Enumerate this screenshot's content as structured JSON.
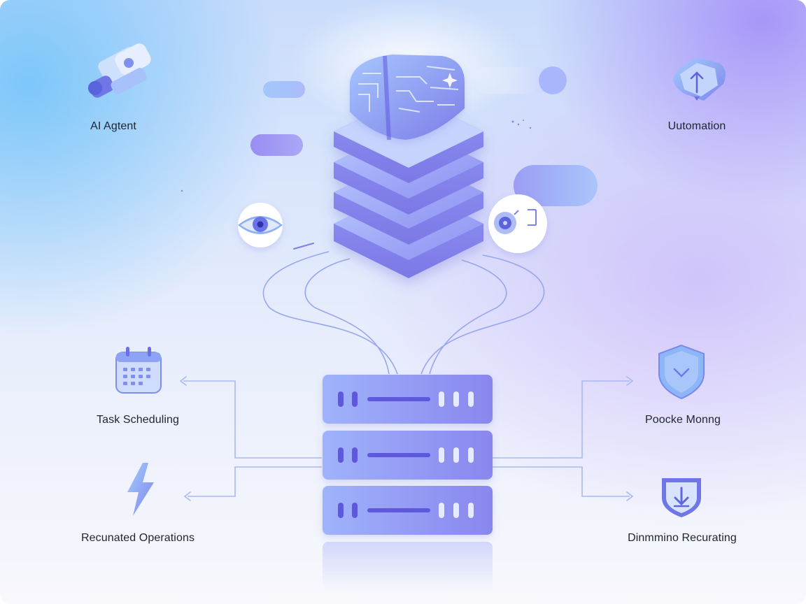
{
  "labels": {
    "ai_agent": "AI Agtent",
    "automation": "Uutomation",
    "task_scheduling": "Task Scheduling",
    "pocke_monitoring": "Poocke Monng",
    "operations": "Recunated Operations",
    "recurating": "Dinmmino Recurating"
  },
  "icons": {
    "ai_agent": "robot-arm-icon",
    "automation": "cloud-upload-icon",
    "task_scheduling": "calendar-icon",
    "pocke_monitoring": "shield-icon",
    "operations": "lightning-icon",
    "recurating": "download-shield-icon",
    "left_sensor": "eye-icon",
    "right_sensor": "camera-lens-icon",
    "central": "chip-stack-icon",
    "server": "server-rack-icon"
  },
  "colors": {
    "accent": "#6d63ea",
    "accent_light": "#a8b6fb",
    "line": "#8fa2ee"
  }
}
